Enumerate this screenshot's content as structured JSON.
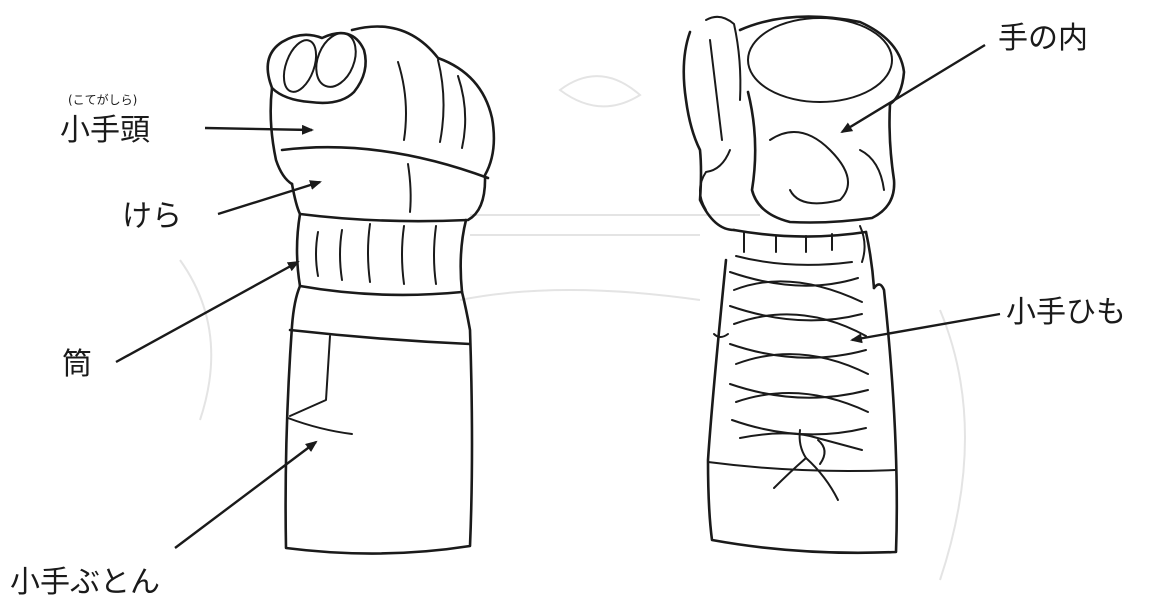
{
  "labels": {
    "kote_gashira_reading": "(こてがしら)",
    "kote_gashira": "小手頭",
    "kera": "けら",
    "tsutsu": "筒",
    "kote_buton": "小手ぶとん",
    "te_no_uchi": "手の内",
    "kote_himo": "小手ひも"
  }
}
